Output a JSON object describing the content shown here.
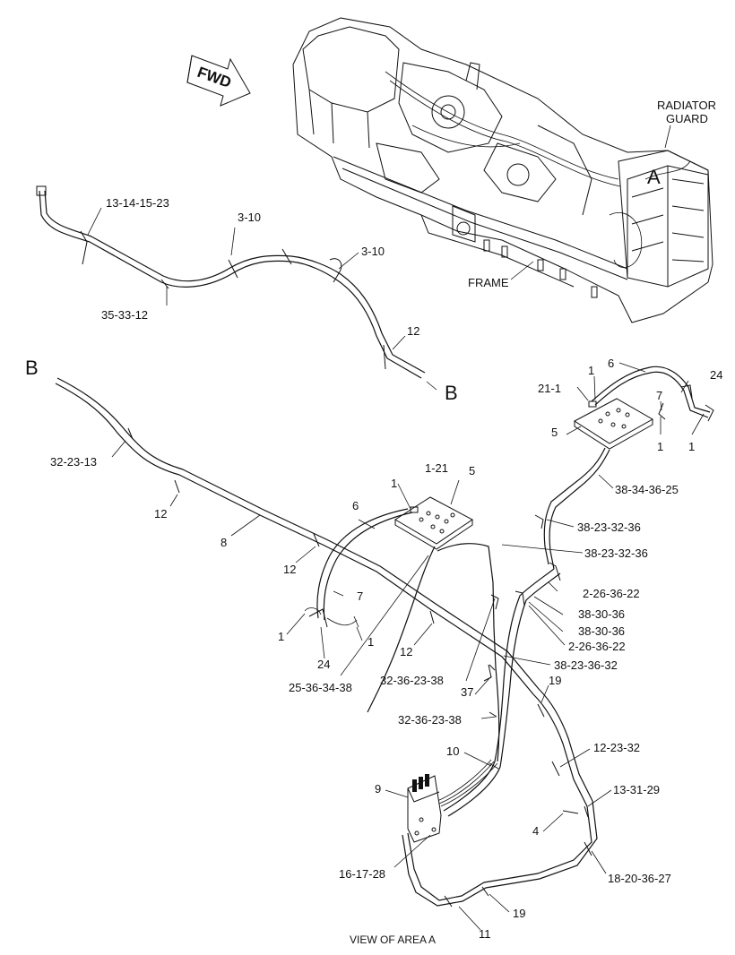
{
  "fwd_label": "FWD",
  "radiator_guard": [
    "RADIATOR",
    "GUARD"
  ],
  "area_letter": "A",
  "frame_label": "FRAME",
  "view_label": "VIEW OF AREA A",
  "break_labels": {
    "b1": "B",
    "b2": "B"
  },
  "callouts": {
    "c13_14_15_23": "13-14-15-23",
    "c3_10_a": "3-10",
    "c3_10_b": "3-10",
    "c35_33_12": "35-33-12",
    "c12_top": "12",
    "c32_23_13": "32-23-13",
    "c12_a": "12",
    "c8": "8",
    "c12_b": "12",
    "c1_21": "1-21",
    "c1_mid": "1",
    "c5_mid": "5",
    "c6_mid": "6",
    "c7_mid": "7",
    "c1_l": "1",
    "c1_r": "1",
    "c24_mid": "24",
    "c25_36_34_38": "25-36-34-38",
    "c12_c": "12",
    "c32_36_23_38_a": "32-36-23-38",
    "c37": "37",
    "c21_1": "21-1",
    "c1_top": "1",
    "c6_top": "6",
    "c24_top": "24",
    "c7_top": "7",
    "c5_top": "5",
    "c1_top_a": "1",
    "c1_top_b": "1",
    "c38_34_36_25": "38-34-36-25",
    "c38_23_32_36_a": "38-23-32-36",
    "c38_23_32_36_b": "38-23-32-36",
    "c2_26_36_22_a": "2-26-36-22",
    "c38_30_36_a": "38-30-36",
    "c38_30_36_b": "38-30-36",
    "c2_26_36_22_b": "2-26-36-22",
    "c38_23_36_32": "38-23-36-32",
    "c19_a": "19",
    "c32_36_23_38_b": "32-36-23-38",
    "c10": "10",
    "c12_23_32": "12-23-32",
    "c9": "9",
    "c13_31_29": "13-31-29",
    "c4": "4",
    "c16_17_28": "16-17-28",
    "c18_20_36_27": "18-20-36-27",
    "c19_b": "19",
    "c11": "11"
  }
}
